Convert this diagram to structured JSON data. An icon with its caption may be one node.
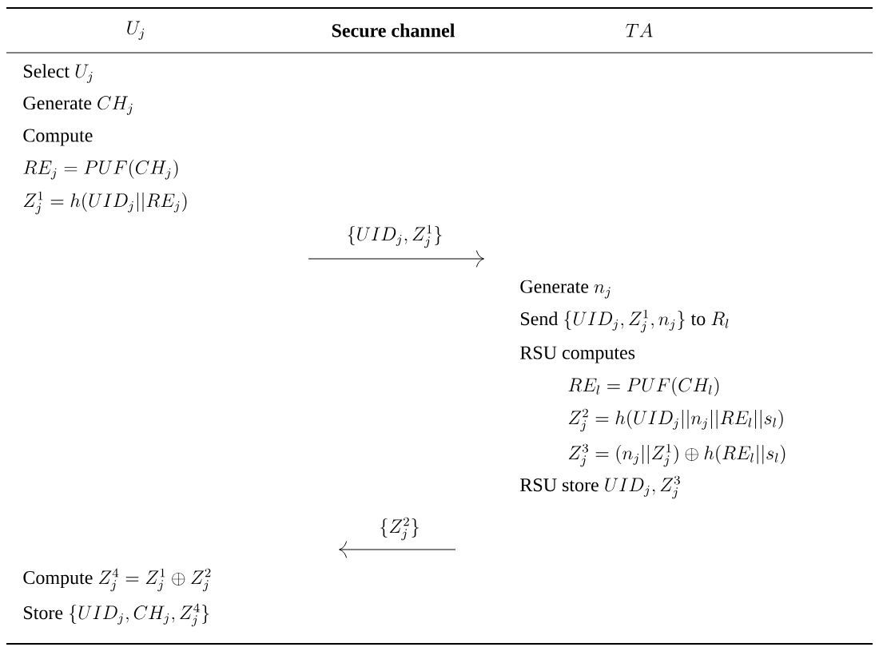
{
  "diagram": {
    "labels": [
      "U_j",
      "Secure channel",
      "TA",
      "\\text{Select }U_j",
      "\\text{Generate }CH_j",
      "Compute",
      "RE_j = PUF(CH_j)",
      "Z_j^1 = h(UID_j||RE_j)",
      "\\{UID_j, Z_j^1\\}",
      "\\text{Generate }n_j",
      "\\text{Send }\\{UID_j, Z_j^1, n_j\\}\\text{ to }R_l",
      "RSU computes",
      "RE_l = PUF(CH_l)",
      "Z_j^2 = h(UID_j||n_j||RE_l||s_l)",
      "Z_j^3 = (n_j||Z_j^1) \\oplus h(RE_l||s_l)",
      "\\text{RSU store }UID_j, Z_j^3",
      "\\{Z_j^2\\}",
      "\\text{Compute }Z_j^4 = Z_j^1 \\oplus Z_j^2",
      "\\text{Store }\\{UID_j, CH_j, Z_j^4\\}"
    ]
  }
}
